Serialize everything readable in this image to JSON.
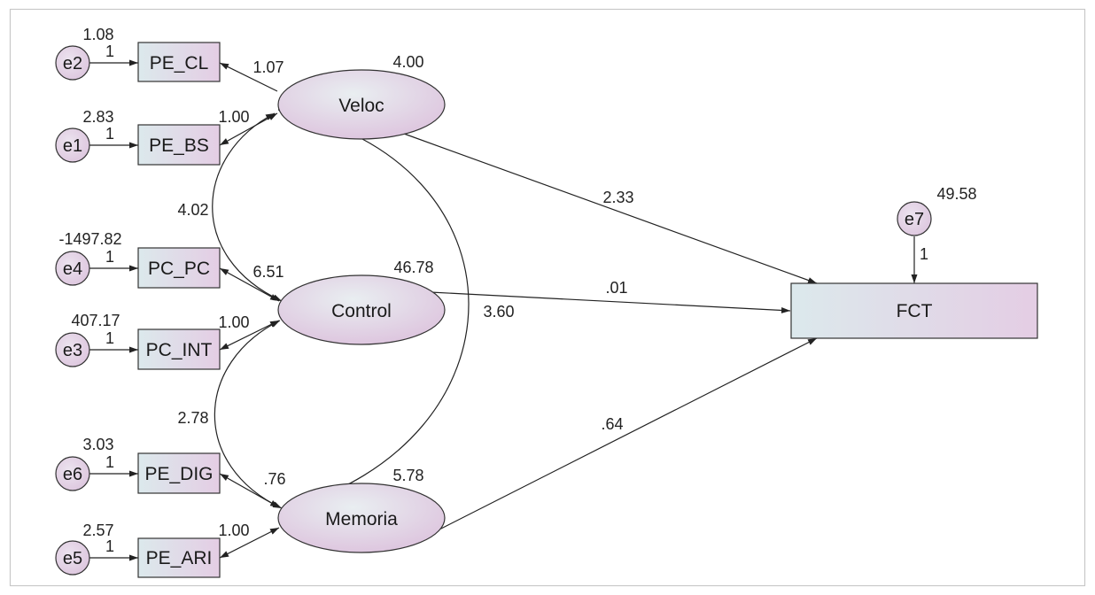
{
  "errors": {
    "e1": {
      "label": "e1",
      "variance": "2.83",
      "path": "1"
    },
    "e2": {
      "label": "e2",
      "variance": "1.08",
      "path": "1"
    },
    "e3": {
      "label": "e3",
      "variance": "407.17",
      "path": "1"
    },
    "e4": {
      "label": "e4",
      "variance": "-1497.82",
      "path": "1"
    },
    "e5": {
      "label": "e5",
      "variance": "2.57",
      "path": "1"
    },
    "e6": {
      "label": "e6",
      "variance": "3.03",
      "path": "1"
    },
    "e7": {
      "label": "e7",
      "variance": "49.58",
      "path": "1"
    }
  },
  "indicators": {
    "pe_cl": "PE_CL",
    "pe_bs": "PE_BS",
    "pc_pc": "PC_PC",
    "pc_int": "PC_INT",
    "pe_dig": "PE_DIG",
    "pe_ari": "PE_ARI"
  },
  "latents": {
    "veloc": {
      "label": "Veloc",
      "variance": "4.00"
    },
    "control": {
      "label": "Control",
      "variance": "46.78"
    },
    "memoria": {
      "label": "Memoria",
      "variance": "5.78"
    }
  },
  "outcome": {
    "label": "FCT"
  },
  "loadings": {
    "veloc_pe_cl": "1.07",
    "veloc_pe_bs": "1.00",
    "control_pc_pc": "6.51",
    "control_pc_int": "1.00",
    "memoria_pe_dig": ".76",
    "memoria_pe_ari": "1.00"
  },
  "covariances": {
    "veloc_control": "4.02",
    "control_memoria": "2.78",
    "veloc_memoria": "3.60"
  },
  "paths": {
    "veloc_fct": "2.33",
    "control_fct": ".01",
    "memoria_fct": ".64"
  },
  "colors": {
    "gradient_start": "#dde8ec",
    "gradient_end": "#e6cfe5",
    "line": "#222222",
    "frame": "#c8c8c8"
  }
}
